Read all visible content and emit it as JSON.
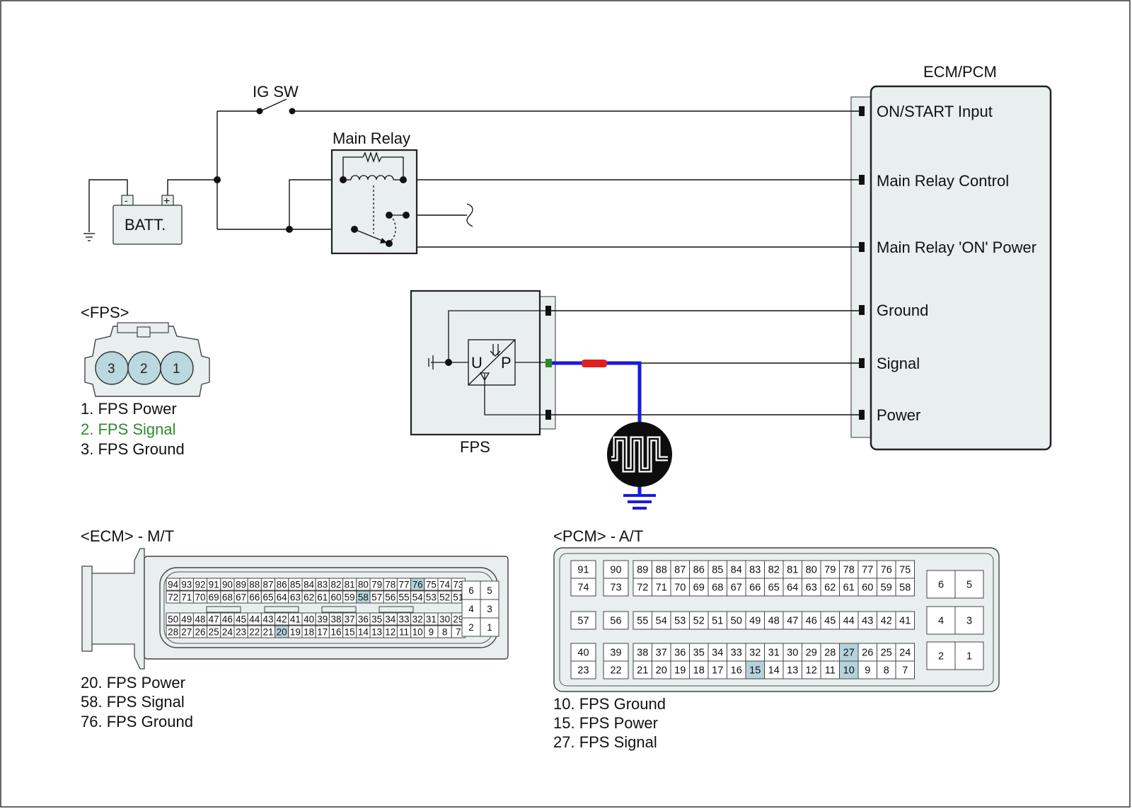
{
  "colors": {
    "ecm_fill": "#e9eeee",
    "pin_highlight": "#b5d3dc",
    "signal_wire": "#1a1adf",
    "signal_marker": "#e02020",
    "signal_pin": "#2a8a2a",
    "fps_signal_text": "#2e8b2e",
    "connector_pin_fill": "#b9d8e0",
    "scope_fill": "#0d0d0d"
  },
  "labels": {
    "ecm_title": "ECM/PCM",
    "ig_sw": "IG SW",
    "main_relay": "Main Relay",
    "battery": "BATT.",
    "fps_sensor": "FPS",
    "battery_neg": "-",
    "battery_pos": "+",
    "fps_u": "U",
    "fps_p": "P"
  },
  "ecm_terminals": [
    "ON/START Input",
    "Main Relay Control",
    "Main Relay 'ON' Power",
    "Ground",
    "Signal",
    "Power"
  ],
  "fps_connector": {
    "title": "<FPS>",
    "pins": [
      "3",
      "2",
      "1"
    ],
    "legend": [
      "1. FPS Power",
      "2. FPS Signal",
      "3. FPS Ground"
    ]
  },
  "ecm_mt": {
    "title": "<ECM> - M/T",
    "row1": [
      "94",
      "93",
      "92",
      "91",
      "90",
      "89",
      "88",
      "87",
      "86",
      "85",
      "84",
      "83",
      "82",
      "81",
      "80",
      "79",
      "78",
      "77",
      "76",
      "75",
      "74",
      "73"
    ],
    "row2": [
      "72",
      "71",
      "70",
      "69",
      "68",
      "67",
      "66",
      "65",
      "64",
      "63",
      "62",
      "61",
      "60",
      "59",
      "58",
      "57",
      "56",
      "55",
      "54",
      "53",
      "52",
      "51"
    ],
    "row3": [
      "50",
      "49",
      "48",
      "47",
      "46",
      "45",
      "44",
      "43",
      "42",
      "41",
      "40",
      "39",
      "38",
      "37",
      "36",
      "35",
      "34",
      "33",
      "32",
      "31",
      "30",
      "29"
    ],
    "row4": [
      "28",
      "27",
      "26",
      "25",
      "24",
      "23",
      "22",
      "21",
      "20",
      "19",
      "18",
      "17",
      "16",
      "15",
      "14",
      "13",
      "12",
      "11",
      "10",
      "9",
      "8",
      "7"
    ],
    "small": [
      "6",
      "5",
      "4",
      "3",
      "2",
      "1"
    ],
    "highlighted": [
      "76",
      "58",
      "20"
    ],
    "legend": [
      "20. FPS Power",
      "58. FPS Signal",
      "76. FPS Ground"
    ]
  },
  "pcm_at": {
    "title": "<PCM> - A/T",
    "left_col1": [
      "91",
      "74",
      "57",
      "40",
      "23"
    ],
    "left_col2": [
      "90",
      "73",
      "56",
      "39",
      "22"
    ],
    "block_top_r1": [
      "89",
      "88",
      "87",
      "86",
      "85",
      "84",
      "83",
      "82",
      "81",
      "80",
      "79",
      "78",
      "77",
      "76",
      "75"
    ],
    "block_top_r2": [
      "72",
      "71",
      "70",
      "69",
      "68",
      "67",
      "66",
      "65",
      "64",
      "63",
      "62",
      "61",
      "60",
      "59",
      "58"
    ],
    "block_mid": [
      "55",
      "54",
      "53",
      "52",
      "51",
      "50",
      "49",
      "48",
      "47",
      "46",
      "45",
      "44",
      "43",
      "42",
      "41"
    ],
    "block_bot_r1": [
      "38",
      "37",
      "36",
      "35",
      "34",
      "33",
      "32",
      "31",
      "30",
      "29",
      "28",
      "27",
      "26",
      "25",
      "24"
    ],
    "block_bot_r2": [
      "21",
      "20",
      "19",
      "18",
      "17",
      "16",
      "15",
      "14",
      "13",
      "12",
      "11",
      "10",
      "9",
      "8",
      "7"
    ],
    "right": [
      "6",
      "5",
      "4",
      "3",
      "2",
      "1"
    ],
    "highlighted": [
      "27",
      "15",
      "10"
    ],
    "legend": [
      "10. FPS Ground",
      "15. FPS Power",
      "27. FPS Signal"
    ]
  }
}
